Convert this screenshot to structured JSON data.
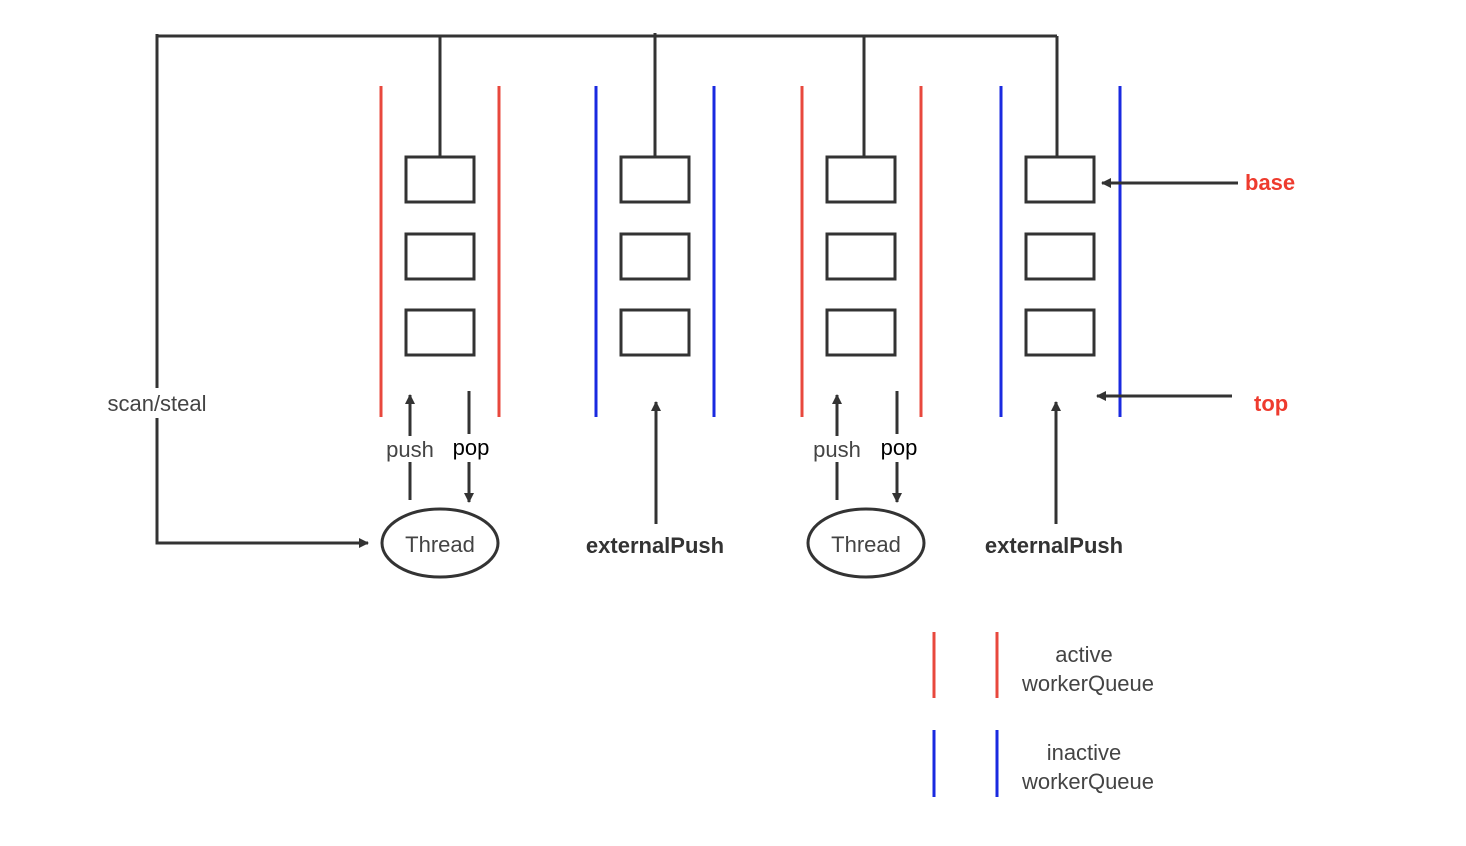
{
  "colors": {
    "active": "#e8483d",
    "inactive": "#1a2ae0",
    "line": "#333333",
    "pointer_label": "#ee3b2e"
  },
  "labels": {
    "scan_steal": "scan/steal",
    "push": "push",
    "pop": "pop",
    "thread": "Thread",
    "external_push": "externalPush",
    "base": "base",
    "top": "top"
  },
  "queues": [
    {
      "state": "active",
      "slots": 3,
      "driver": "Thread"
    },
    {
      "state": "inactive",
      "slots": 3,
      "driver": "externalPush"
    },
    {
      "state": "active",
      "slots": 3,
      "driver": "Thread"
    },
    {
      "state": "inactive",
      "slots": 3,
      "driver": "externalPush"
    }
  ],
  "legend": {
    "active_line1": "active",
    "active_line2": "workerQueue",
    "inactive_line1": "inactive",
    "inactive_line2": "workerQueue"
  }
}
